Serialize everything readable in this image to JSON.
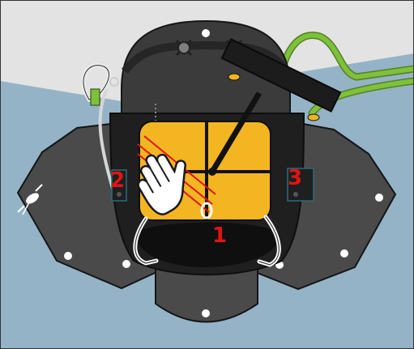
{
  "scene": {
    "water_color": "#94b3c7",
    "sky_color": "#e3e3e3",
    "frame_color": "#1f1f1f",
    "accent_yellow": "#f3b521",
    "rope_green": "#7ec13a",
    "highlight_red": "#e01414"
  },
  "steps": [
    {
      "label": "1",
      "target": "ring-eyelet"
    },
    {
      "label": "2",
      "target": "left-strap-buckle"
    },
    {
      "label": "3",
      "target": "right-strap-buckle"
    }
  ],
  "cursor": {
    "icon": "hand-pointer-icon"
  }
}
